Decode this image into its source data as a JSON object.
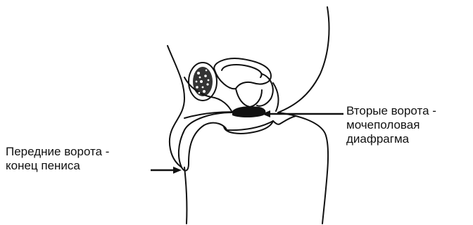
{
  "labels": {
    "second_gate": {
      "lines": [
        "Вторые ворота -",
        "мочеполовая",
        "диафрагма"
      ]
    },
    "front_gate": {
      "lines": [
        "Передние ворота -",
        "конец пениса"
      ]
    }
  },
  "colors": {
    "ink": "#111111",
    "background": "#ffffff"
  }
}
